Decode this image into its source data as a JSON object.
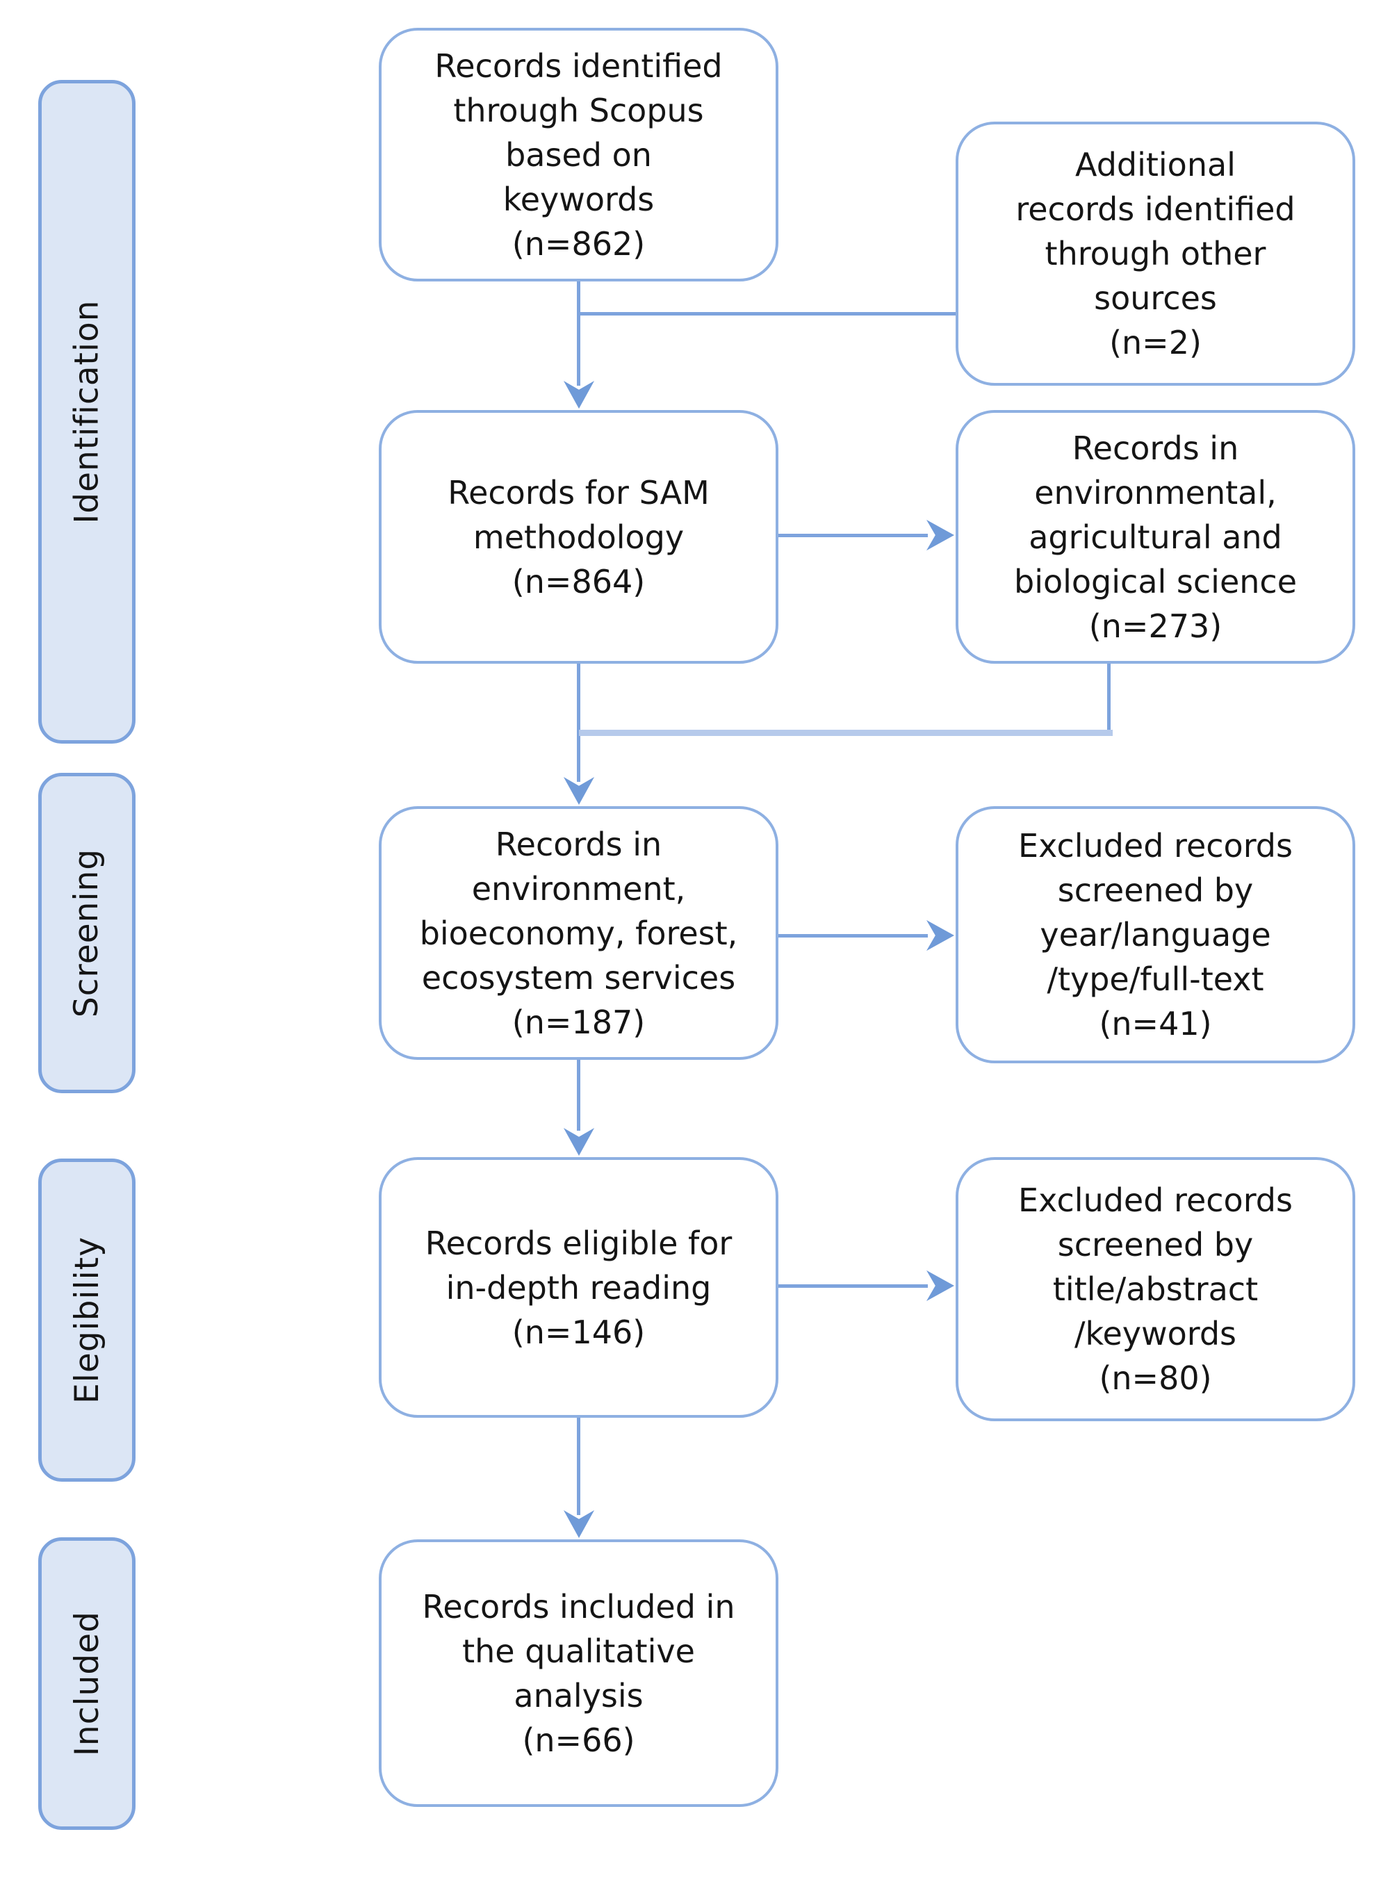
{
  "diagram": {
    "title": "PRISMA-style literature selection flow diagram",
    "stages": [
      {
        "label": "Identification"
      },
      {
        "label": "Screening"
      },
      {
        "label": "Elegibility"
      },
      {
        "label": "Included"
      }
    ],
    "main_flow": [
      {
        "lines": [
          "Records identified",
          "through Scopus",
          "based on",
          "keywords",
          "(n=862)"
        ],
        "count": 862
      },
      {
        "lines": [
          "Records for SAM",
          "methodology",
          "(n=864)"
        ],
        "count": 864
      },
      {
        "lines": [
          "Records in",
          "environment,",
          "bioeconomy, forest,",
          "ecosystem services",
          "(n=187)"
        ],
        "count": 187
      },
      {
        "lines": [
          "Records eligible for",
          "in-depth reading",
          "(n=146)"
        ],
        "count": 146
      },
      {
        "lines": [
          "Records included in",
          "the qualitative",
          "analysis",
          "(n=66)"
        ],
        "count": 66
      }
    ],
    "side_flow": [
      {
        "lines": [
          "Additional",
          "records identified",
          "through other",
          "sources",
          "(n=2)"
        ],
        "count": 2
      },
      {
        "lines": [
          "Records in",
          "environmental,",
          "agricultural and",
          "biological science",
          "(n=273)"
        ],
        "count": 273
      },
      {
        "lines": [
          "Excluded records",
          "screened by",
          "year/language",
          "/type/full-text",
          "(n=41)"
        ],
        "count": 41
      },
      {
        "lines": [
          "Excluded records",
          "screened by",
          "title/abstract",
          "/keywords",
          "(n=80)"
        ],
        "count": 80
      }
    ],
    "colors": {
      "box_border": "#8EB0E2",
      "connector": "#7DA3DD",
      "merge_line": "#B6CAEB",
      "arrowhead": "#6F9AD8",
      "stage_fill": "#DCE6F5",
      "stage_border": "#7DA3DD"
    }
  }
}
